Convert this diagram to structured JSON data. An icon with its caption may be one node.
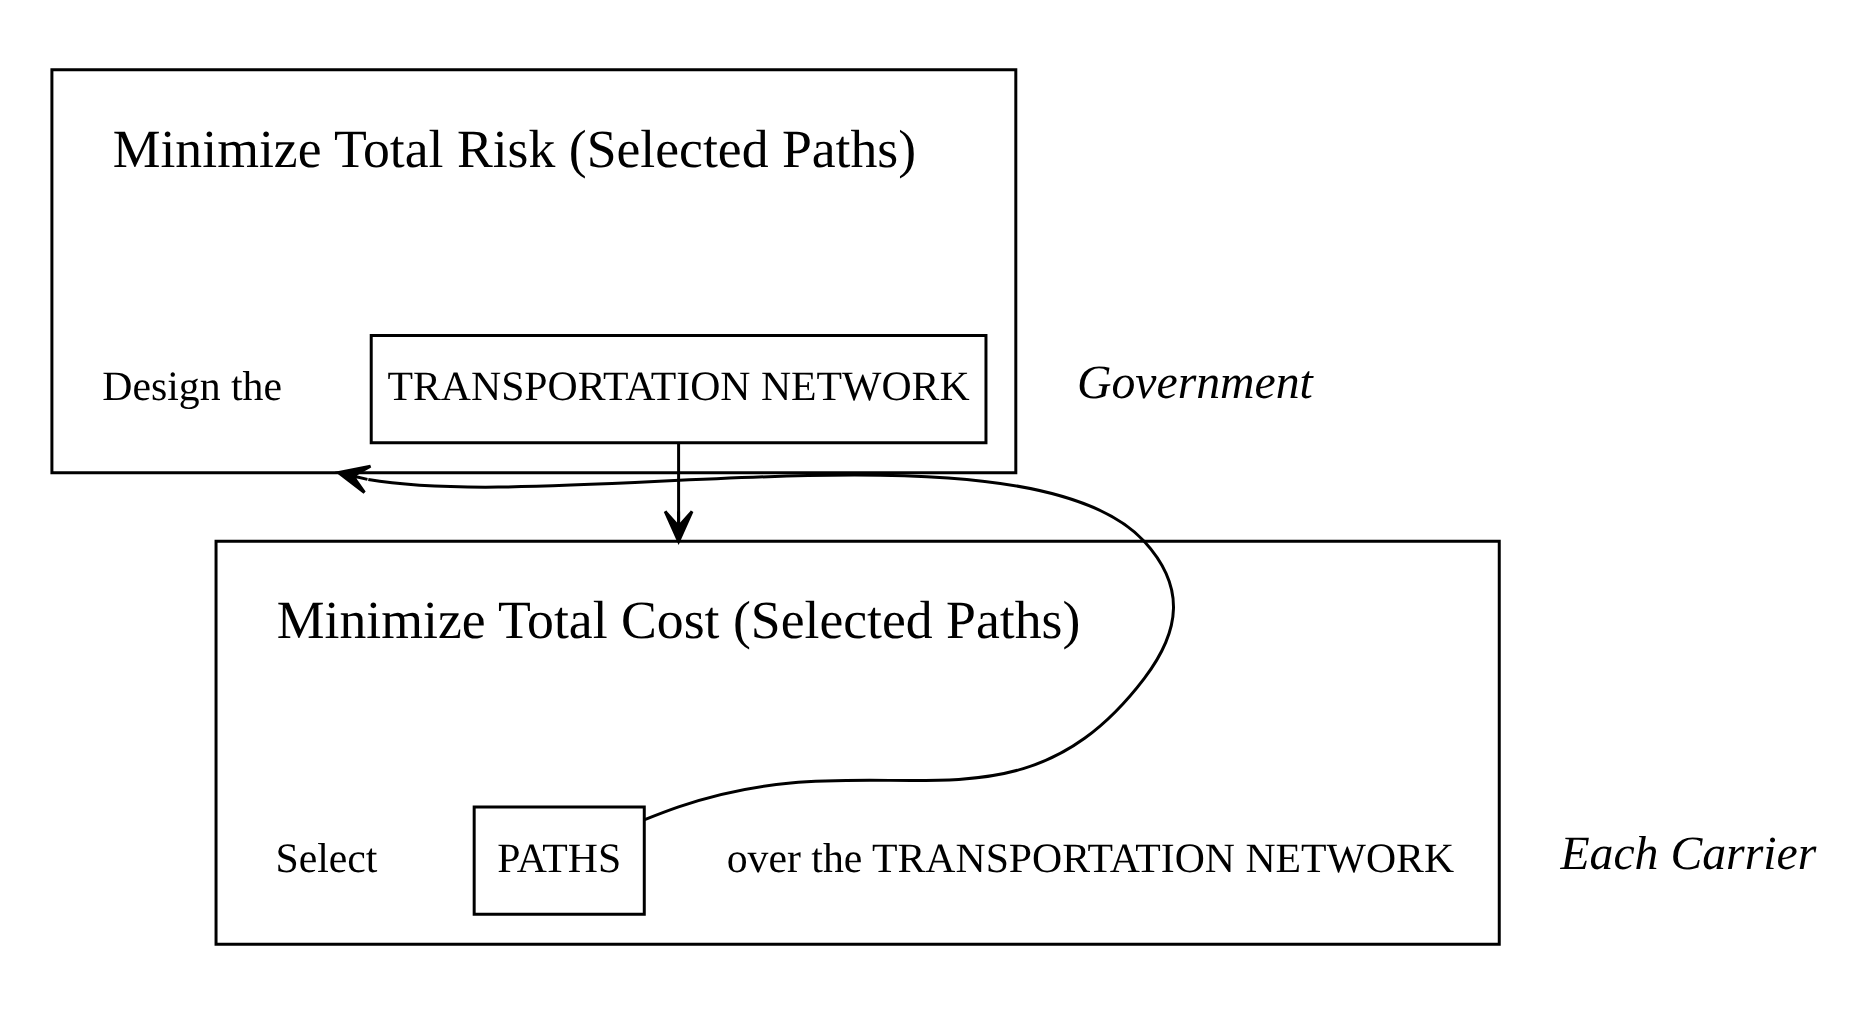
{
  "diagram": {
    "nodes": [
      {
        "text": [
          "Minimize Total Risk (Selected Paths)",
          "Design the"
        ],
        "beside": [
          "Government"
        ]
      },
      {
        "text": [
          "TRANSPORTATION NETWORK"
        ],
        "in": 0
      },
      {
        "text": [
          "Minimize Total Cost (Selected Paths)",
          "Select",
          "over the TRANSPORTATION NETWORK"
        ],
        "beside": [
          "Each Carrier"
        ]
      },
      {
        "text": [
          "PATHS"
        ],
        "in": 2
      }
    ],
    "edges": [
      {
        "from": 1,
        "to": 2,
        "arrow": "to"
      },
      {
        "from": 3,
        "to": 0,
        "arrow": "to"
      }
    ]
  }
}
